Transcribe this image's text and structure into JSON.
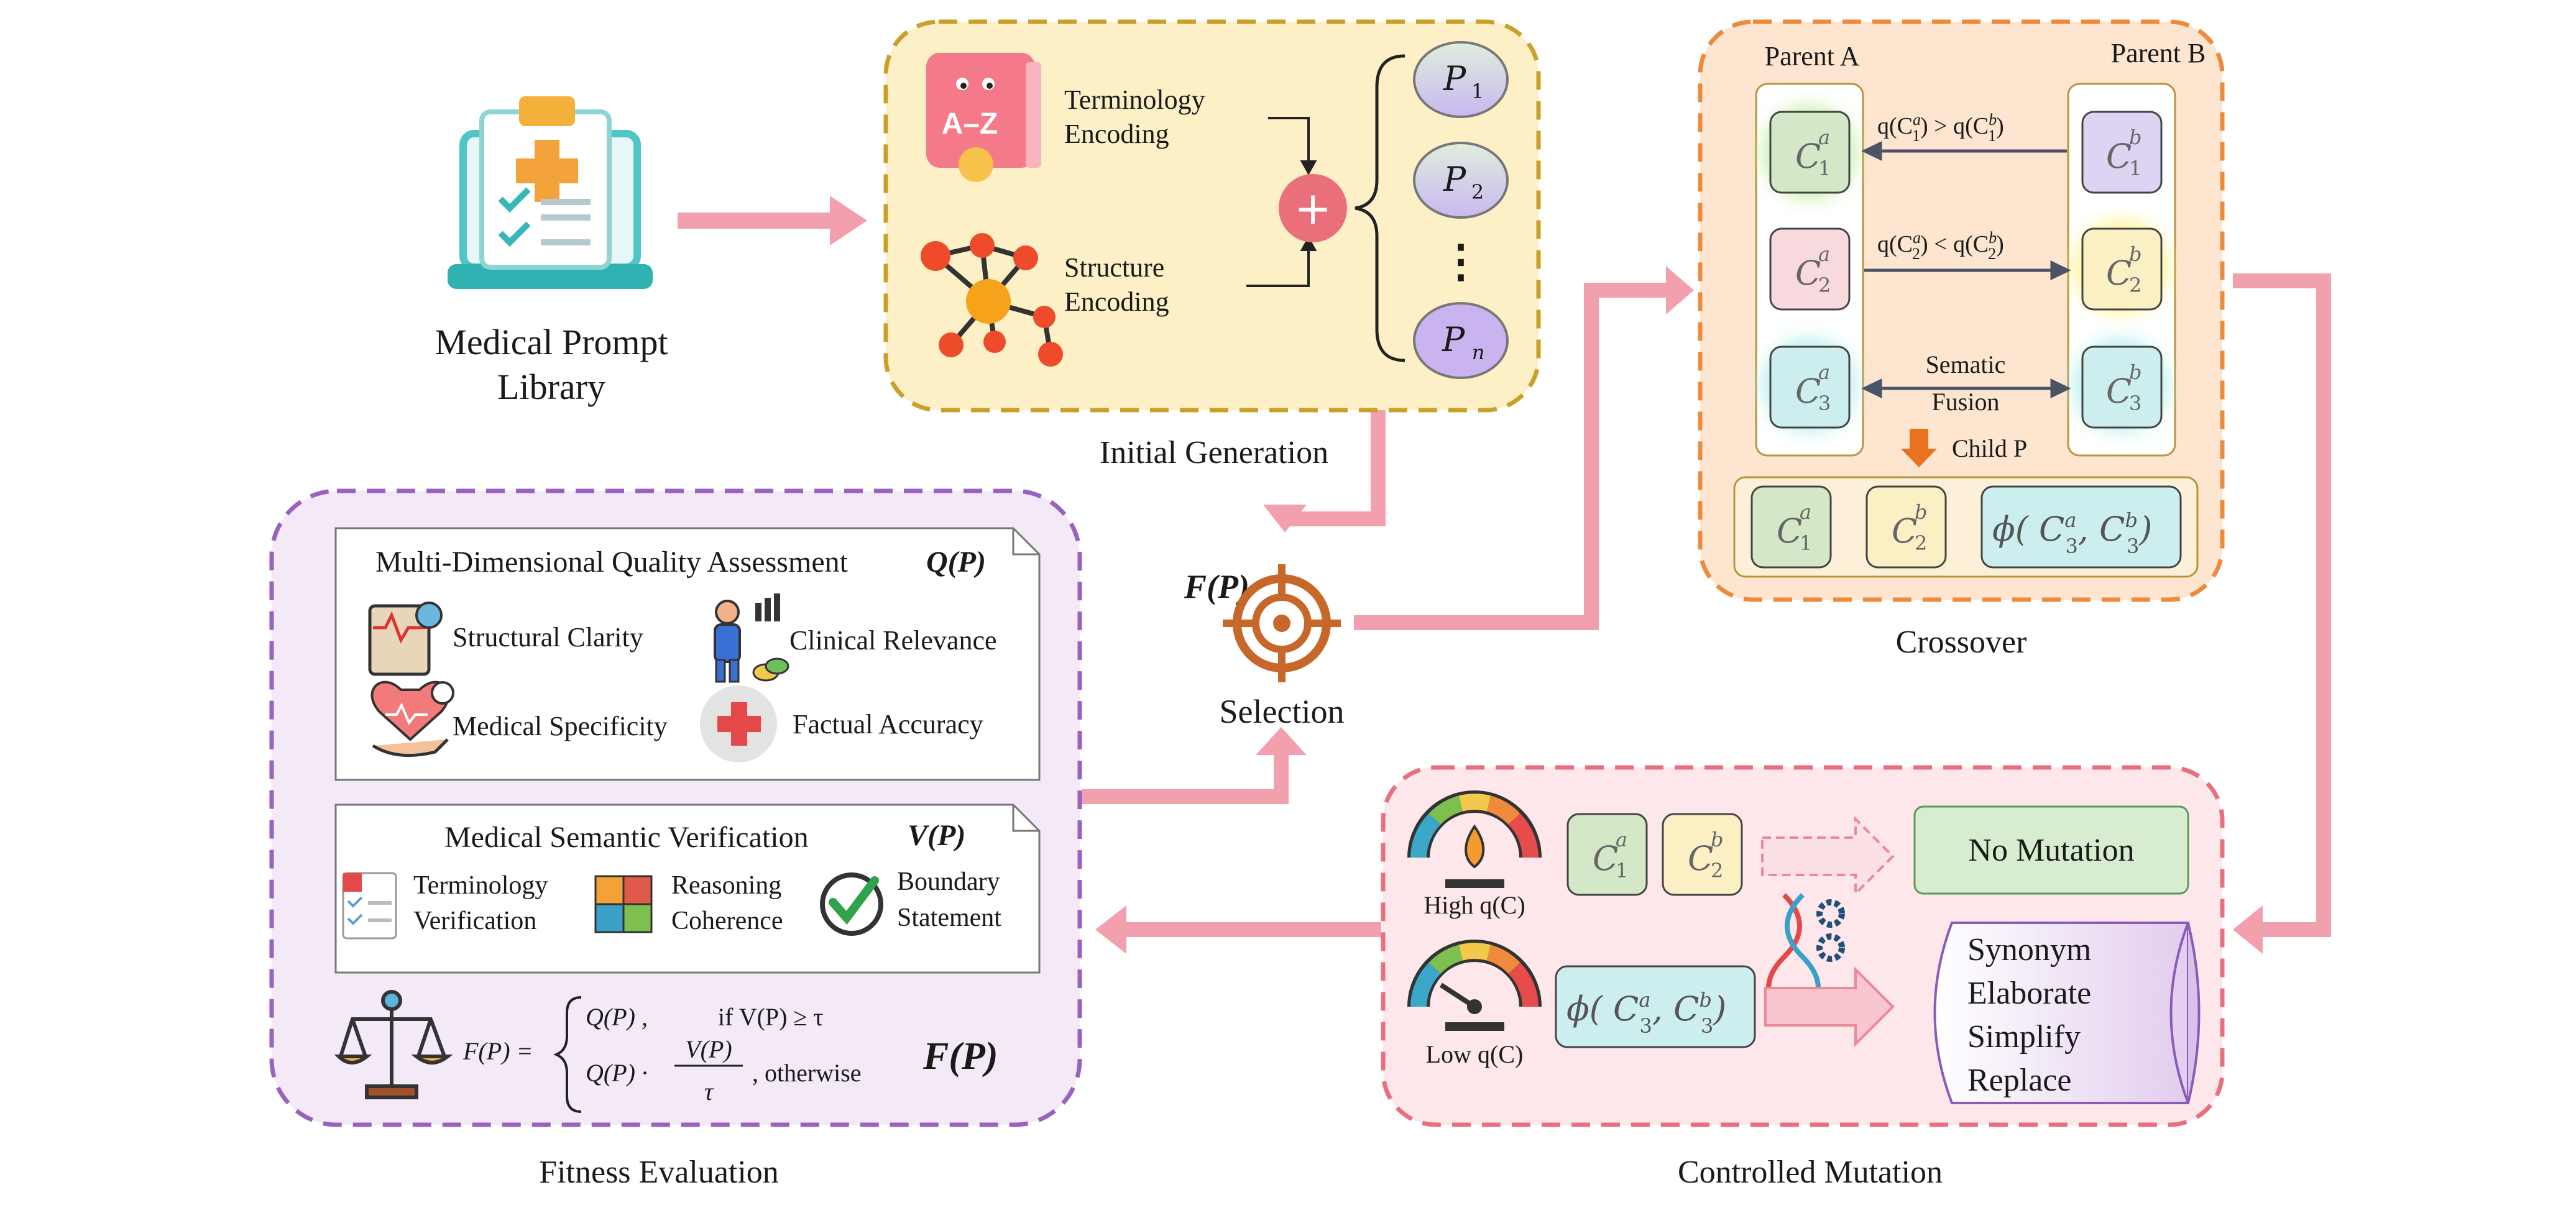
{
  "library": {
    "line1": "Medical Prompt",
    "line2": "Library"
  },
  "initial_generation": {
    "caption": "Initial Generation",
    "terminology_line1": "Terminology",
    "terminology_line2": "Encoding",
    "structure_line1": "Structure",
    "structure_line2": "Encoding",
    "az_icon_text": "A–Z",
    "plus_symbol": "+",
    "prompts": [
      {
        "base": "P",
        "sub": "1"
      },
      {
        "base": "P",
        "sub": "2"
      },
      {
        "base": "P",
        "sub": "n"
      }
    ],
    "dots": "⋮"
  },
  "crossover": {
    "caption": "Crossover",
    "parent_a": "Parent A",
    "parent_b": "Parent B",
    "a_cells": [
      {
        "base": "C",
        "sup": "a",
        "sub": "1"
      },
      {
        "base": "C",
        "sup": "a",
        "sub": "2"
      },
      {
        "base": "C",
        "sup": "a",
        "sub": "3"
      }
    ],
    "b_cells": [
      {
        "base": "C",
        "sup": "b",
        "sub": "1"
      },
      {
        "base": "C",
        "sup": "b",
        "sub": "2"
      },
      {
        "base": "C",
        "sup": "b",
        "sub": "3"
      }
    ],
    "cond1": {
      "left": "q(C",
      "lsup": "a",
      "lsub": "1",
      "op": ") > q(C",
      "rsup": "b",
      "rsub": "1",
      "end": ")"
    },
    "cond2": {
      "left": "q(C",
      "lsup": "a",
      "lsub": "2",
      "op": ") < q(C",
      "rsup": "b",
      "rsub": "2",
      "end": ")"
    },
    "fusion_line1": "Sematic",
    "fusion_line2": "Fusion",
    "child_label": "Child P",
    "child_cells": [
      {
        "base": "C",
        "sup": "a",
        "sub": "1"
      },
      {
        "base": "C",
        "sup": "b",
        "sub": "2"
      }
    ],
    "phi": {
      "prefix": "ϕ( C",
      "sup1": "a",
      "sub1": "3",
      "mid": ", C",
      "sup2": "b",
      "sub2": "3",
      "end": ")"
    }
  },
  "selection": {
    "label": "Selection",
    "fp": "F(P)"
  },
  "fitness": {
    "caption": "Fitness Evaluation",
    "qa_title": "Multi-Dimensional Quality Assessment",
    "qa_symbol": "Q(P)",
    "qa_items": [
      "Structural Clarity",
      "Clinical Relevance",
      "Medical Specificity",
      "Factual Accuracy"
    ],
    "sv_title": "Medical Semantic Verification",
    "sv_symbol": "V(P)",
    "sv_items": [
      {
        "line1": "Terminology",
        "line2": "Verification"
      },
      {
        "line1": "Reasoning",
        "line2": "Coherence"
      },
      {
        "line1": "Boundary",
        "line2": "Statement"
      }
    ],
    "formula": {
      "lhs": "F(P) =",
      "case1": "Q(P) ,",
      "cond1": "if V(P)  ≥  τ",
      "case2_pre": "Q(P) ·",
      "frac_num": "V(P)",
      "frac_den": "τ",
      "cond2": ", otherwise"
    },
    "fp_symbol": "F(P)"
  },
  "mutation": {
    "caption": "Controlled Mutation",
    "high_label": "High q(C)",
    "low_label": "Low q(C)",
    "high_cells": [
      {
        "base": "C",
        "sup": "a",
        "sub": "1"
      },
      {
        "base": "C",
        "sup": "b",
        "sub": "2"
      }
    ],
    "phi": {
      "prefix": "ϕ( C",
      "sup1": "a",
      "sub1": "3",
      "mid": ", C",
      "sup2": "b",
      "sub2": "3",
      "end": ")"
    },
    "no_mutation": "No Mutation",
    "operations": [
      "Synonym",
      "Elaborate",
      "Simplify",
      "Replace"
    ]
  },
  "colors": {
    "arrow_pink": "#f2a0ae",
    "init_fill": "#fdf0c6",
    "init_border": "#c9a02a",
    "cross_fill": "#fde5cf",
    "cross_border": "#ee8a3c",
    "fit_fill": "#f3e9f7",
    "fit_border": "#9a62c0",
    "mut_fill": "#fde7ea",
    "mut_border": "#e8707e",
    "prompt_fill": "#d9e8d2",
    "target": "#c8672a"
  }
}
